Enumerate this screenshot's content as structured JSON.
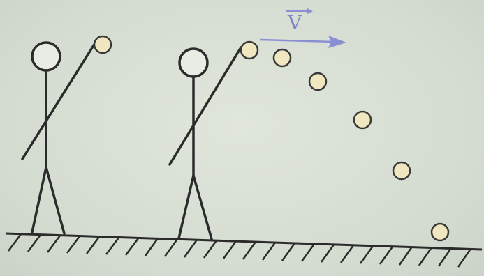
{
  "diagram": {
    "velocity_label": "V",
    "colors": {
      "background": "#d6ddd2",
      "line": "#2b2b2b",
      "arrow": "#8a8fd4",
      "ball_fill": "#f0e6bf",
      "ball_stroke": "#3a3a3a"
    },
    "figures": [
      {
        "name": "thrower-before-release",
        "holding_ball": true
      },
      {
        "name": "thrower-at-release",
        "holding_ball": true
      }
    ],
    "trajectory_ball_count": 5
  }
}
